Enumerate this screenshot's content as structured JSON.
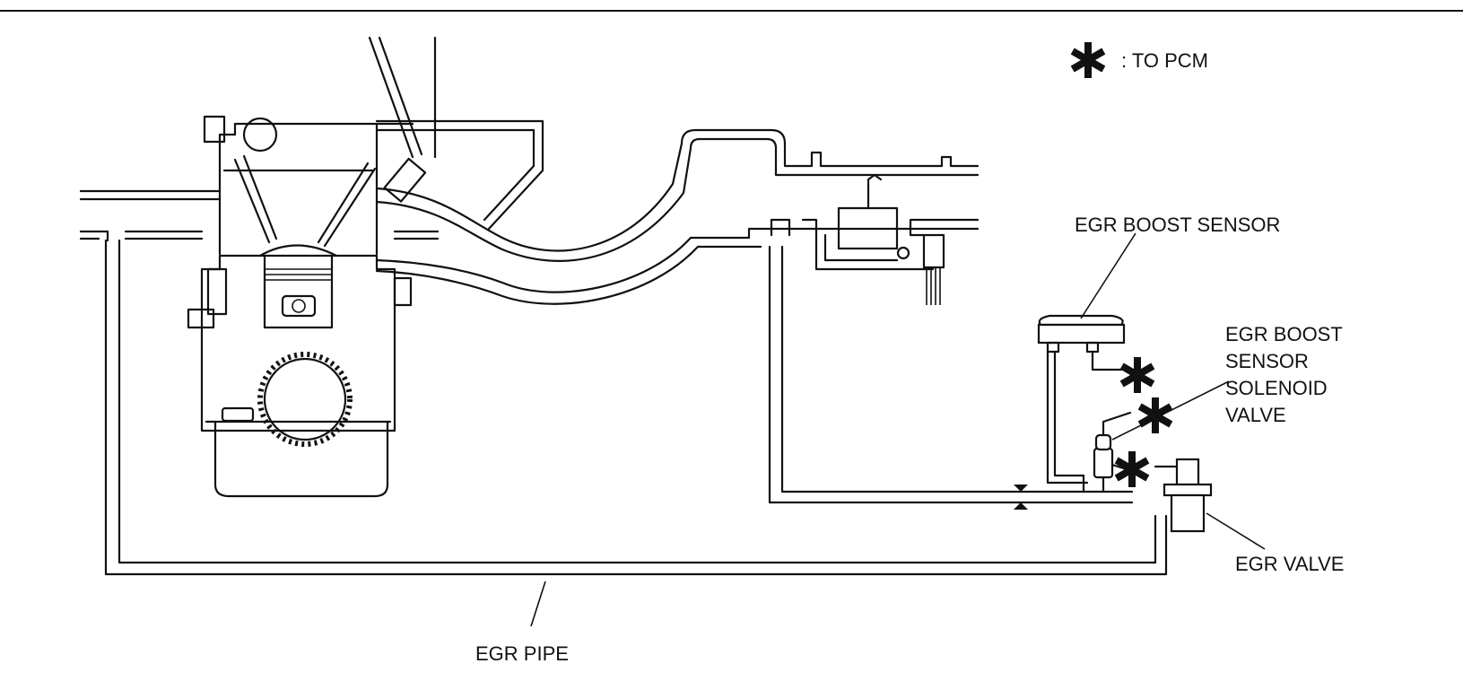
{
  "labels": {
    "legend": ": TO PCM",
    "egr_boost_sensor": "EGR BOOST SENSOR",
    "solenoid_line1": "EGR BOOST",
    "solenoid_line2": "SENSOR",
    "solenoid_line3": "SOLENOID",
    "solenoid_line4": "VALVE",
    "egr_valve": "EGR VALVE",
    "egr_pipe": "EGR PIPE"
  },
  "icons": {
    "pcm_marker": "asterisk-icon"
  },
  "colors": {
    "line": "#111111",
    "background": "#ffffff"
  }
}
